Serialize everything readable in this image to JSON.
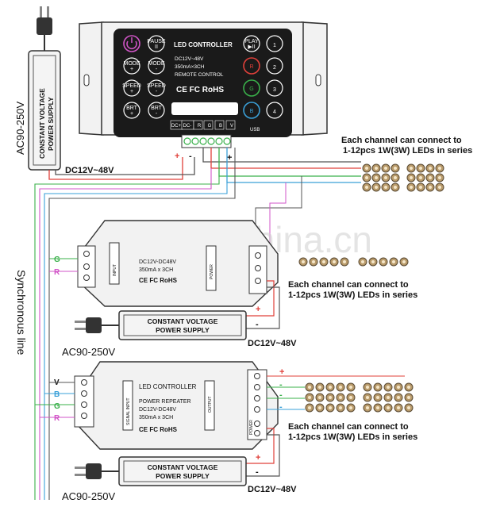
{
  "controller": {
    "title": "LED CONTROLLER",
    "spec1": "DC12V~48V",
    "spec2": "350mA×3CH",
    "spec3": "REMOTE CONTROL",
    "cert": "CE FC RoHS",
    "usb": "USB",
    "terminals": [
      "DC+",
      "DC-",
      "R",
      "G",
      "B",
      "V"
    ],
    "buttons": {
      "pause": "PAUSE",
      "mode": "MODE",
      "speed": "SPEED",
      "brt": "BRT",
      "play": "PLAY",
      "r": "R",
      "g": "G",
      "b": "B",
      "n1": "1",
      "n2": "2",
      "n3": "3",
      "n4": "4"
    }
  },
  "psu_top": {
    "label1": "CONSTANT VOLTAGE",
    "label2": "POWER SUPPLY",
    "input": "AC90-250V"
  },
  "labels": {
    "dc_top": "DC12V~48V",
    "each1": "Each channel can connect to",
    "each2": "1-12pcs 1W(3W) LEDs in series",
    "sync": "Synchronous line",
    "dc_mid": "DC12V~48V",
    "ac_mid": "AC90-250V",
    "dc_bot": "DC12V~48V",
    "ac_bot": "AC90-250V",
    "watermark": "trade.china.cn",
    "plus": "+",
    "minus": "-"
  },
  "repeater1": {
    "spec1": "DC12V-DC48V",
    "spec2": "350mA x 3CH",
    "cert": "CE FC RoHS",
    "input": "INPUT",
    "power": "POWER",
    "g": "G",
    "r": "R"
  },
  "repeater2": {
    "title": "LED CONTROLLER",
    "sub": "POWER REPEATER",
    "spec1": "DC12V-DC48V",
    "spec2": "350mA x 3CH",
    "cert": "CE FC RoHS",
    "signal": "SIGNAL INPUT",
    "output": "OUTPUT",
    "power": "POWER",
    "v": "V",
    "b": "B",
    "g": "G",
    "r": "R"
  },
  "psu_mid": {
    "label1": "CONSTANT VOLTAGE",
    "label2": "POWER SUPPLY"
  },
  "psu_bot": {
    "label1": "CONSTANT VOLTAGE",
    "label2": "POWER SUPPLY"
  },
  "colors": {
    "red": "#e0403a",
    "green": "#39b04a",
    "blue": "#3aa0d8",
    "magenta": "#d255c8",
    "dark": "#1a1a1a"
  }
}
